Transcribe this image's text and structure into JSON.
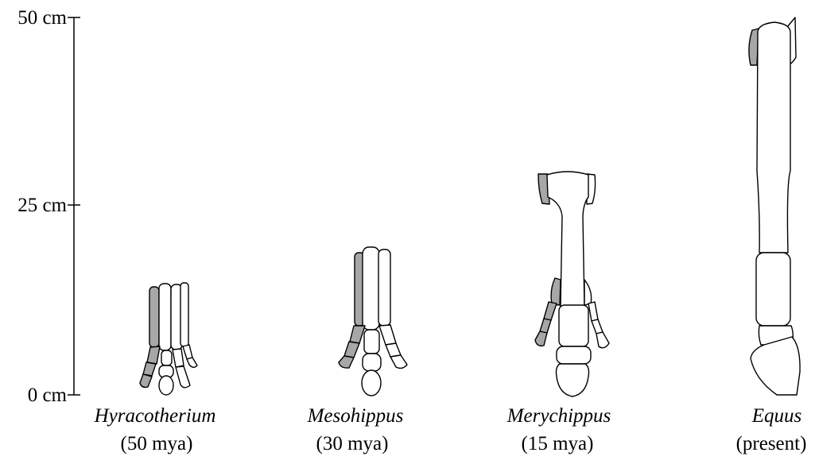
{
  "colors": {
    "vestigial": "#a7a7a7",
    "bone": "#ffffff",
    "ink": "#000000"
  },
  "scale": {
    "ticks": [
      {
        "label": "50 cm"
      },
      {
        "label": "25 cm"
      },
      {
        "label": "0 cm"
      }
    ]
  },
  "specimens": [
    {
      "name": "Hyracotherium",
      "age": "(50 mya)"
    },
    {
      "name": "Mesohippus",
      "age": "(30 mya)"
    },
    {
      "name": "Merychippus",
      "age": "(15 mya)"
    },
    {
      "name": "Equus",
      "age": "(present)"
    }
  ]
}
